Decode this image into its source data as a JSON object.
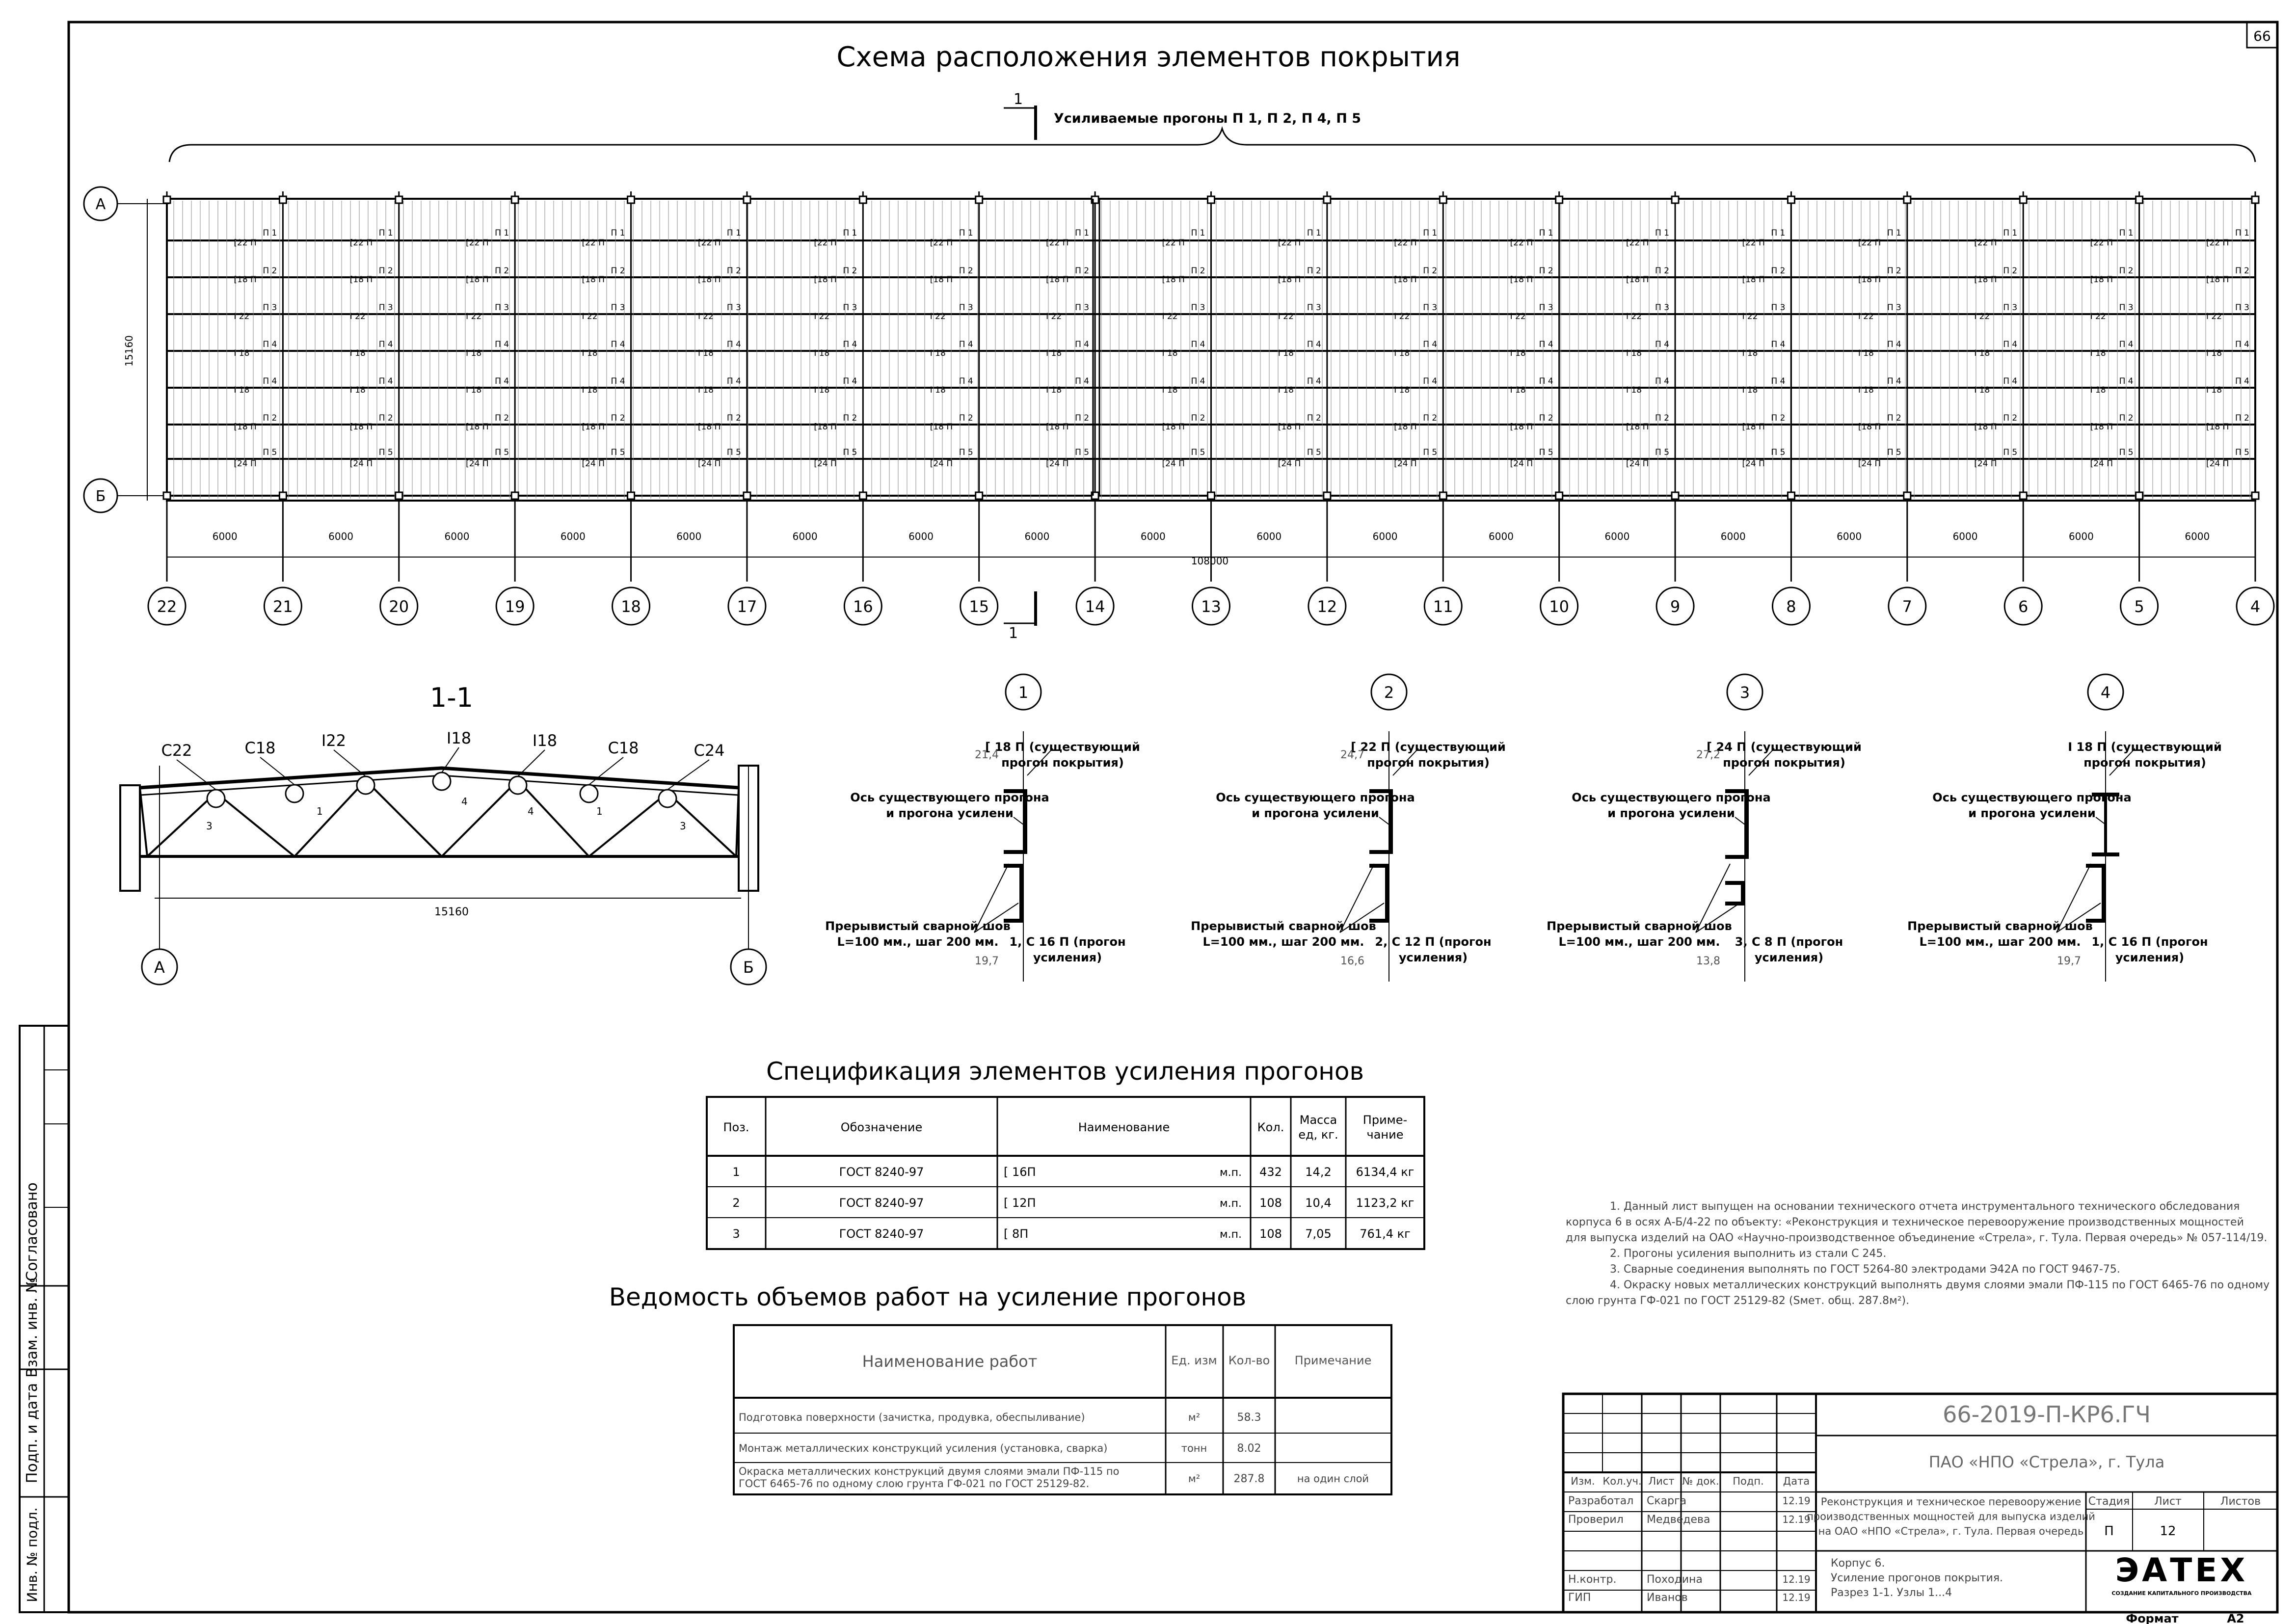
{
  "sheet_number": "66",
  "plan": {
    "title": "Схема расположения элементов покрытия",
    "brace_label": "Усиливаемые прогоны П 1, П 2, П 4, П 5",
    "row_axes": [
      "А",
      "Б"
    ],
    "column_axes": [
      "22",
      "21",
      "20",
      "19",
      "18",
      "17",
      "16",
      "15",
      "14",
      "13",
      "12",
      "11",
      "10",
      "9",
      "8",
      "7",
      "6",
      "5",
      "4"
    ],
    "span_label": "6000",
    "total_label": "108000",
    "width_label": "15160",
    "section_mark": "1",
    "purlin_marks": [
      "П 1",
      "П 2",
      "П 3",
      "П 4",
      "П 4",
      "П 2",
      "П 5"
    ],
    "bay_labels": {
      "ridge_I18": "I 18",
      "ridge_I22": "I 22",
      "row2_C18": "[18 П",
      "row1_C22": "[22 П",
      "eave_C24": "[24 П"
    }
  },
  "section": {
    "title": "1-1",
    "labels": [
      "C22",
      "C18",
      "I22",
      "I18",
      "I18",
      "C18",
      "C24"
    ],
    "span": "15160",
    "axes": [
      "А",
      "Б"
    ],
    "node_marks": [
      "3",
      "1",
      "4",
      "4",
      "1",
      "3"
    ]
  },
  "nodes": [
    {
      "num": "1",
      "dim_top": "21,4",
      "dim_bot": "19,7",
      "top_lines": [
        "[ 18 П (существующий",
        "прогон покрытия)"
      ],
      "axis_lines": [
        "Ось существующего прогона",
        "и прогона усилени"
      ],
      "weld_lines": [
        "Прерывистый сварной шов",
        "L=100 мм., шаг 200 мм."
      ],
      "bottom_lines": [
        "1, С 16 П (прогон",
        "усиления)"
      ]
    },
    {
      "num": "2",
      "dim_top": "24,7",
      "dim_bot": "16,6",
      "top_lines": [
        "[ 22 П (существующий",
        "прогон покрытия)"
      ],
      "axis_lines": [
        "Ось существующего прогона",
        "и прогона усилени"
      ],
      "weld_lines": [
        "Прерывистый сварной шов",
        "L=100 мм., шаг 200 мм."
      ],
      "bottom_lines": [
        "2, С 12 П (прогон",
        "усиления)"
      ]
    },
    {
      "num": "3",
      "dim_top": "27,2",
      "dim_bot": "13,8",
      "top_lines": [
        "[ 24 П (существующий",
        "прогон покрытия)"
      ],
      "axis_lines": [
        "Ось существующего прогона",
        "и прогона усилени"
      ],
      "weld_lines": [
        "Прерывистый сварной шов",
        "L=100 мм., шаг 200 мм."
      ],
      "bottom_lines": [
        "3, С 8 П (прогон",
        "усиления)"
      ]
    },
    {
      "num": "4",
      "dim_top": "",
      "dim_bot": "19,7",
      "top_lines": [
        "I 18 П (существующий",
        "прогон покрытия)"
      ],
      "axis_lines": [
        "Ось существующего прогона",
        "и прогона усилени"
      ],
      "weld_lines": [
        "Прерывистый сварной шов",
        "L=100 мм., шаг 200 мм."
      ],
      "bottom_lines": [
        "1, С 16 П (прогон",
        "усиления)"
      ]
    }
  ],
  "spec": {
    "title": "Спецификация элементов усиления прогонов",
    "headers": [
      "Поз.",
      "Обозначение",
      "Наименование",
      "Кол.",
      "Масса ед, кг.",
      "Приме-чание"
    ],
    "header_mass": [
      "Масса",
      "ед, кг."
    ],
    "header_note": [
      "Приме-",
      "чание"
    ],
    "rows": [
      {
        "pos": "1",
        "doc": "ГОСТ 8240-97",
        "name": "[ 16П",
        "unit": "м.п.",
        "qty": "432",
        "mass": "14,2",
        "note": "6134,4 кг"
      },
      {
        "pos": "2",
        "doc": "ГОСТ 8240-97",
        "name": "[ 12П",
        "unit": "м.п.",
        "qty": "108",
        "mass": "10,4",
        "note": "1123,2 кг"
      },
      {
        "pos": "3",
        "doc": "ГОСТ 8240-97",
        "name": "[ 8П",
        "unit": "м.п.",
        "qty": "108",
        "mass": "7,05",
        "note": "761,4 кг"
      }
    ]
  },
  "works": {
    "title": "Ведомость объемов работ на усиление прогонов",
    "headers": [
      "Наименование работ",
      "Ед. изм",
      "Кол-во",
      "Примечание"
    ],
    "rows": [
      {
        "name": "Подготовка поверхности (зачистка, продувка, обеспыливание)",
        "unit": "м²",
        "qty": "58.3",
        "note": ""
      },
      {
        "name": "Монтаж металлических конструкций усиления (установка, сварка)",
        "unit": "тонн",
        "qty": "8.02",
        "note": ""
      },
      {
        "name_lines": [
          "Окраска металлических конструкций двумя слоями эмали ПФ-115 по",
          "ГОСТ 6465-76 по одному слою грунта ГФ-021 по ГОСТ 25129-82."
        ],
        "unit": "м²",
        "qty": "287.8",
        "note": "на один слой"
      }
    ]
  },
  "notes": [
    "1. Данный лист выпущен на основании технического отчета инструментального технического обследования",
    "корпуса 6 в осях А-Б/4-22 по объекту: «Реконструкция и техническое перевооружение производственных мощностей",
    "для выпуска изделий на ОАО «Научно-производственное объединение «Стрела», г. Тула. Первая очередь» № 057-114/19.",
    "2. Прогоны усиления выполнить из стали С 245.",
    "3. Сварные соединения  выполнять по ГОСТ 5264-80 электродами Э42А по ГОСТ 9467-75.",
    "4. Окраску новых металлических конструкций выполнять двумя слоями эмали ПФ-115 по ГОСТ 6465-76 по одному",
    "слою грунта ГФ-021 по ГОСТ 25129-82 (Sмет. общ. 287.8м²)."
  ],
  "stamp": {
    "code": "66-2019-П-КР6.ГЧ",
    "org": "ПАО «НПО «Стрела», г. Тула",
    "project_lines": [
      "Реконструкция и техническое перевооружение",
      "производственных мощностей для выпуска изделий",
      "на ОАО «НПО «Стрела», г. Тула. Первая очередь"
    ],
    "sheet_lines": [
      "Корпус 6.",
      "Усиление прогонов покрытия.",
      "Разрез 1-1. Узлы 1...4"
    ],
    "stage_label": "Стадия",
    "sheet_label": "Лист",
    "sheets_label": "Листов",
    "stage": "П",
    "sheet": "12",
    "sheets": "",
    "cols": [
      "Изм.",
      "Кол.уч.",
      "Лист",
      "№ док.",
      "Подп.",
      "Дата"
    ],
    "people": [
      {
        "role": "Разработал",
        "name": "Скарга",
        "date": "12.19"
      },
      {
        "role": "Проверил",
        "name": "Медведева",
        "date": "12.19"
      },
      {
        "role": "Н.контр.",
        "name": "Походина",
        "date": "12.19"
      },
      {
        "role": "ГИП",
        "name": "Иванов",
        "date": "12.19"
      }
    ],
    "logo": "ЭАТЕХ",
    "logo_sub": "СОЗДАНИЕ КАПИТАЛЬНОГО ПРОИЗВОДСТВА",
    "format_label": "Формат",
    "format": "А2"
  },
  "side_stamp": [
    "Согласовано",
    "Взам. инв. №",
    "Подп. и дата",
    "Инв. № подл."
  ]
}
